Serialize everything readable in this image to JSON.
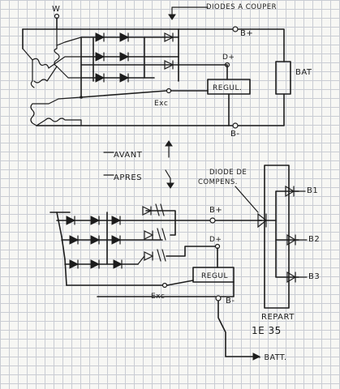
{
  "top": {
    "diodes_label": "DIODES A COUPER",
    "b_plus": "B+",
    "d_plus": "D+",
    "bat": "BAT",
    "regul": "REGUL.",
    "exc": "Exc",
    "b_minus": "B-"
  },
  "middle": {
    "avant": "AVANT",
    "apres": "APRES"
  },
  "bottom": {
    "diode_compens": [
      "DIODE DE",
      "COMPENS."
    ],
    "b_plus": "B+",
    "d_plus": "D+",
    "regul": "REGUL",
    "exc": "Exc",
    "b_minus": "B-",
    "b1": "B1",
    "b2": "B2",
    "b3": "B3",
    "repart": "REPART",
    "repart_code": "1E 35",
    "batt": "- BATT."
  }
}
